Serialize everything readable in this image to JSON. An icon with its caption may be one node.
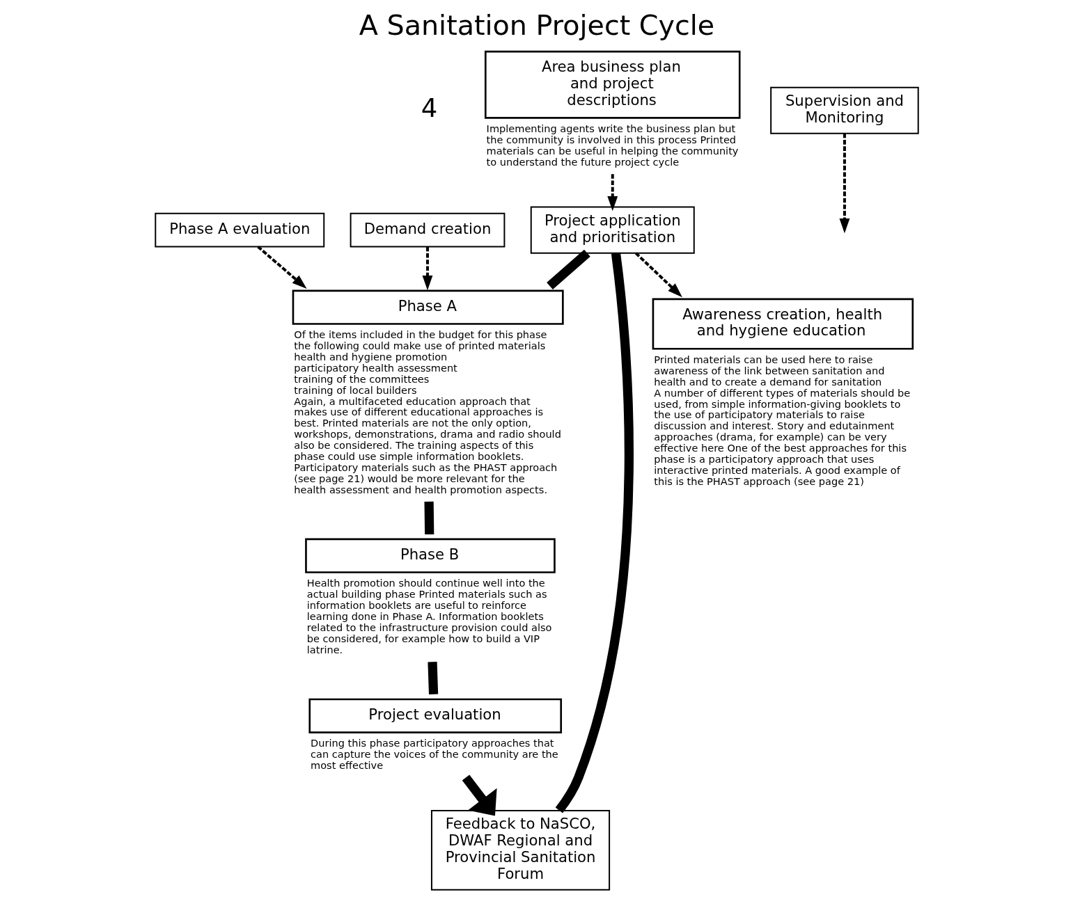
{
  "diagram": {
    "title": "A Sanitation Project Cycle",
    "nodes": [
      {
        "text": [
          "Awareness creation, health and hygiene education"
        ],
        "beside": [
          "Printed materials can be used here to raise awareness of the link between sanitation and health and to create a demand for sanitation",
          "A number of different types of materials should be used, from simple information-giving booklets to the use of participatory materials to raise discussion and interest. Story and edutainment approaches (drama, for example) can be very effective here One of the best approaches for this phase is a participatory approach that uses interactive printed materials. A good example of this is the PHAST approach (see page 21)"
        ]
      },
      {
        "text": [
          "Feedback to NaSCO, DWAF Regional and Provincial Sanitation Forum"
        ]
      },
      {
        "text": [
          "Project application and prioritisation"
        ]
      },
      {
        "text": [
          "Area business plan and project descriptions"
        ],
        "beside": [
          "Implementing agents write the business plan but the community is involved in this process Printed materials can be useful in helping the community to understand the future project cycle"
        ]
      },
      {
        "text": [
          "Project evaluation"
        ],
        "beside": [
          "During this phase participatory approaches that can capture the voices of the community are the most effective"
        ]
      },
      {
        "text": [
          "Phase A"
        ],
        "beside": [
          "Of the items included in the budget for this phase the following could make use of printed materials",
          "health and hygiene promotion",
          "participatory health assessment",
          "training of the committees",
          "training of local builders",
          "Again, a multifaceted education approach that makes use of different educational approaches is best. Printed materials are not the only option, workshops, demonstrations, drama and radio should also be considered. The training aspects of this phase could use simple information booklets. Participatory materials such as the PHAST approach (see page 21) would be more relevant for the health assessment and health promotion aspects."
        ]
      },
      {
        "text": [
          "Phase B"
        ],
        "beside": [
          "Health promotion should continue well into the actual building phase Printed materials such as information booklets are useful to reinforce learning done in Phase A. Information booklets related to the infrastructure provision could also be considered, for example how to build a VIP latrine."
        ]
      },
      {
        "text": [
          "Supervision and Monitoring"
        ]
      },
      {
        "text": [
          "Phase A evaluation"
        ]
      },
      {
        "text": [
          "Demand creation"
        ]
      }
    ],
    "edges": [
      {
        "from": 1,
        "to": 2,
        "arrow": "none",
        "style": "thick"
      },
      {
        "from": 2,
        "to": 5,
        "arrow": "none",
        "style": "thick"
      },
      {
        "from": 5,
        "to": 6,
        "arrow": "none",
        "style": "thick"
      },
      {
        "from": 6,
        "to": 4,
        "arrow": "none",
        "style": "thick"
      },
      {
        "from": 4,
        "to": 1,
        "arrow": "to",
        "style": "thick"
      },
      {
        "from": 2,
        "to": 0,
        "arrow": "to",
        "style": "dashed"
      },
      {
        "from": 3,
        "to": 2,
        "arrow": "to",
        "style": "dashed"
      },
      {
        "from": 8,
        "to": 5,
        "arrow": "to",
        "style": "dashed"
      },
      {
        "from": 9,
        "to": 5,
        "arrow": "to",
        "style": "dashed"
      },
      {
        "from": 7,
        "to": null,
        "arrow": "to",
        "style": "dashed"
      }
    ],
    "labels": [
      "4"
    ]
  }
}
